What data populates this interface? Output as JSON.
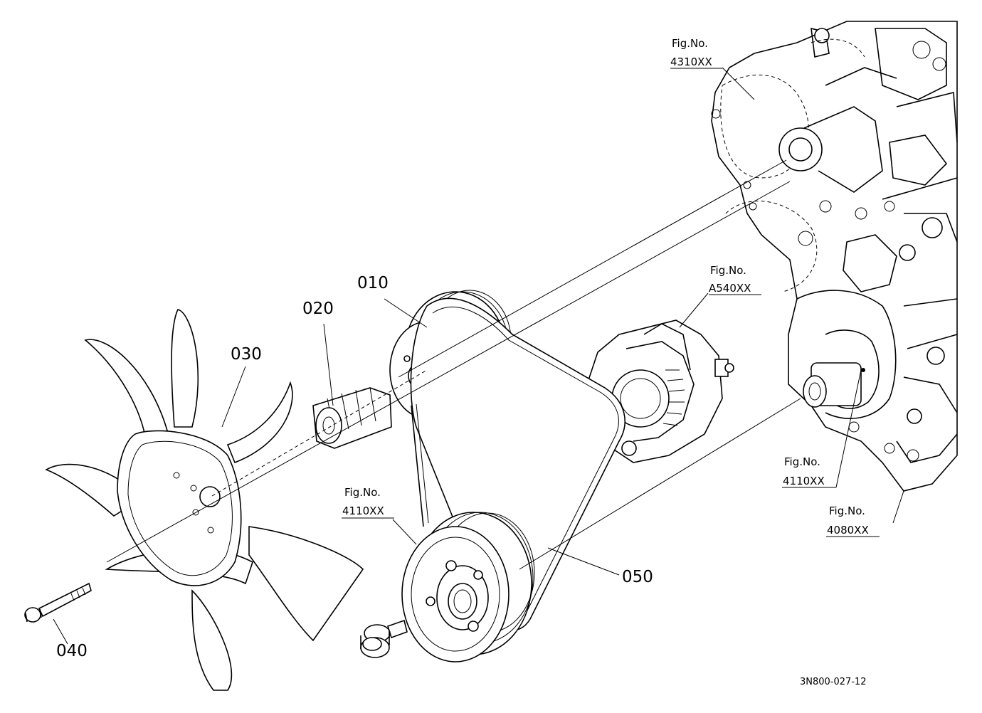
{
  "parts": [
    {
      "id": "010",
      "label": "010"
    },
    {
      "id": "020",
      "label": "020"
    },
    {
      "id": "030",
      "label": "030"
    },
    {
      "id": "040",
      "label": "040"
    },
    {
      "id": "050",
      "label": "050"
    }
  ],
  "figure_refs": [
    {
      "line1": "Fig.No.",
      "line2": "4310XX"
    },
    {
      "line1": "Fig.No.",
      "line2": "A540XX"
    },
    {
      "line1": "Fig.No.",
      "line2": "4110XX"
    },
    {
      "line1": "Fig.No.",
      "line2": "4110XX"
    },
    {
      "line1": "Fig.No.",
      "line2": "4080XX"
    }
  ],
  "drawing_code": "3N800-027-12",
  "colors": {
    "ink": "#000000",
    "paper": "#ffffff"
  }
}
